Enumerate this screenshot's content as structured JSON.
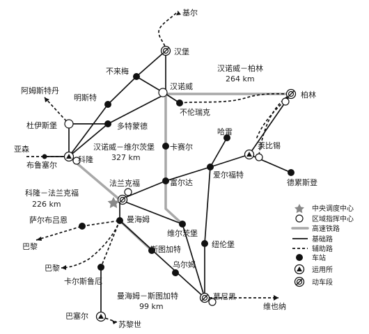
{
  "cities": {
    "kiel": "基尔",
    "hamburg": "汉堡",
    "bremen": "不来梅",
    "hannover": "汉诺威",
    "berlin": "柏林",
    "amsterdam": "阿姆斯特丹",
    "munster": "明斯特",
    "duisburg": "杜伊斯堡",
    "dortmund": "多特蒙德",
    "brunswick": "不伦瑞克",
    "hameln": "哈雷",
    "leipzig": "莱比锡",
    "dresden": "德累斯登",
    "essen": "亚森",
    "brussels": "布鲁塞尔",
    "cologne": "科隆",
    "kassel": "卡赛尔",
    "frankfurt": "法兰克福",
    "fulda": "富尔达",
    "erfurt": "爱尔福特",
    "saarbrucken": "萨尔布吕恩",
    "mannheim": "曼海姆",
    "wurzburg": "维尔茨堡",
    "nuremberg": "纽伦堡",
    "paris1": "巴黎",
    "stuttgart": "斯图加特",
    "ulm": "乌尔姆",
    "paris2": "巴黎",
    "karlsruhe": "卡尔斯鲁厄",
    "munich": "慕尼黑",
    "vienna": "维也纳",
    "basel": "巴塞尔",
    "zurich": "苏黎世"
  },
  "routes": {
    "hannover_berlin": {
      "name": "汉诺威－柏林",
      "length": "264 km"
    },
    "hannover_wurzburg": {
      "name": "汉诺威－维尔茨堡",
      "length": "327 km"
    },
    "cologne_frankfurt": {
      "name": "科隆－法兰克福",
      "length": "226 km"
    },
    "mannheim_stuttgart": {
      "name": "曼海姆－斯图加特",
      "length": "99 km"
    }
  },
  "legend": {
    "central_dispatch": "中央调度中心",
    "regional_command": "区域指挥中心",
    "high_speed": "高速铁路",
    "basic_line": "基础路",
    "auxiliary_line": "辅助路",
    "station": "车站",
    "operations": "运用所",
    "depot": "动车段"
  },
  "colors": {
    "high_speed_line": "#a8a8a8",
    "line": "#111111",
    "star": "#888888"
  }
}
